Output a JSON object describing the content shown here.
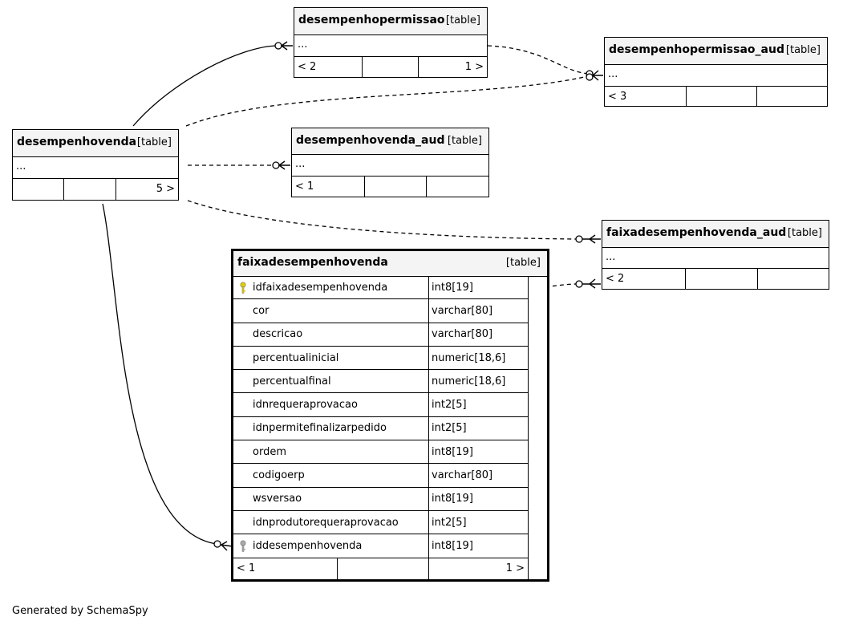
{
  "tables": {
    "desempenhopermissao": {
      "name": "desempenhopermissao",
      "type": "[table]",
      "ellipsis": "...",
      "foot": [
        "< 2",
        "",
        "1 >"
      ]
    },
    "desempenhopermissao_aud": {
      "name": "desempenhopermissao_aud",
      "type": "[table]",
      "ellipsis": "...",
      "foot": [
        "< 3",
        "",
        ""
      ]
    },
    "desempenhovenda": {
      "name": "desempenhovenda",
      "type": "[table]",
      "ellipsis": "...",
      "foot": [
        "",
        "",
        "5 >"
      ]
    },
    "desempenhovenda_aud": {
      "name": "desempenhovenda_aud",
      "type": "[table]",
      "ellipsis": "...",
      "foot": [
        "< 1",
        "",
        ""
      ]
    },
    "faixadesempenhovenda_aud": {
      "name": "faixadesempenhovenda_aud",
      "type": "[table]",
      "ellipsis": "...",
      "foot": [
        "< 2",
        "",
        ""
      ]
    },
    "faixadesempenhovenda": {
      "name": "faixadesempenhovenda",
      "type": "[table]",
      "columns": [
        {
          "name": "idfaixadesempenhovenda",
          "type": "int8[19]",
          "key": "primary"
        },
        {
          "name": "cor",
          "type": "varchar[80]",
          "key": ""
        },
        {
          "name": "descricao",
          "type": "varchar[80]",
          "key": ""
        },
        {
          "name": "percentualinicial",
          "type": "numeric[18,6]",
          "key": ""
        },
        {
          "name": "percentualfinal",
          "type": "numeric[18,6]",
          "key": ""
        },
        {
          "name": "idnrequeraprovacao",
          "type": "int2[5]",
          "key": ""
        },
        {
          "name": "idnpermitefinalizarpedido",
          "type": "int2[5]",
          "key": ""
        },
        {
          "name": "ordem",
          "type": "int8[19]",
          "key": ""
        },
        {
          "name": "codigoerp",
          "type": "varchar[80]",
          "key": ""
        },
        {
          "name": "wsversao",
          "type": "int8[19]",
          "key": ""
        },
        {
          "name": "idnprodutorequeraprovacao",
          "type": "int2[5]",
          "key": ""
        },
        {
          "name": "iddesempenhovenda",
          "type": "int8[19]",
          "key": "foreign"
        }
      ],
      "foot": [
        "< 1",
        "",
        "1 >"
      ]
    }
  },
  "footer": "Generated by SchemaSpy",
  "colors": {
    "primary_key": "#e0d000",
    "foreign_key": "#a8a8a8"
  }
}
